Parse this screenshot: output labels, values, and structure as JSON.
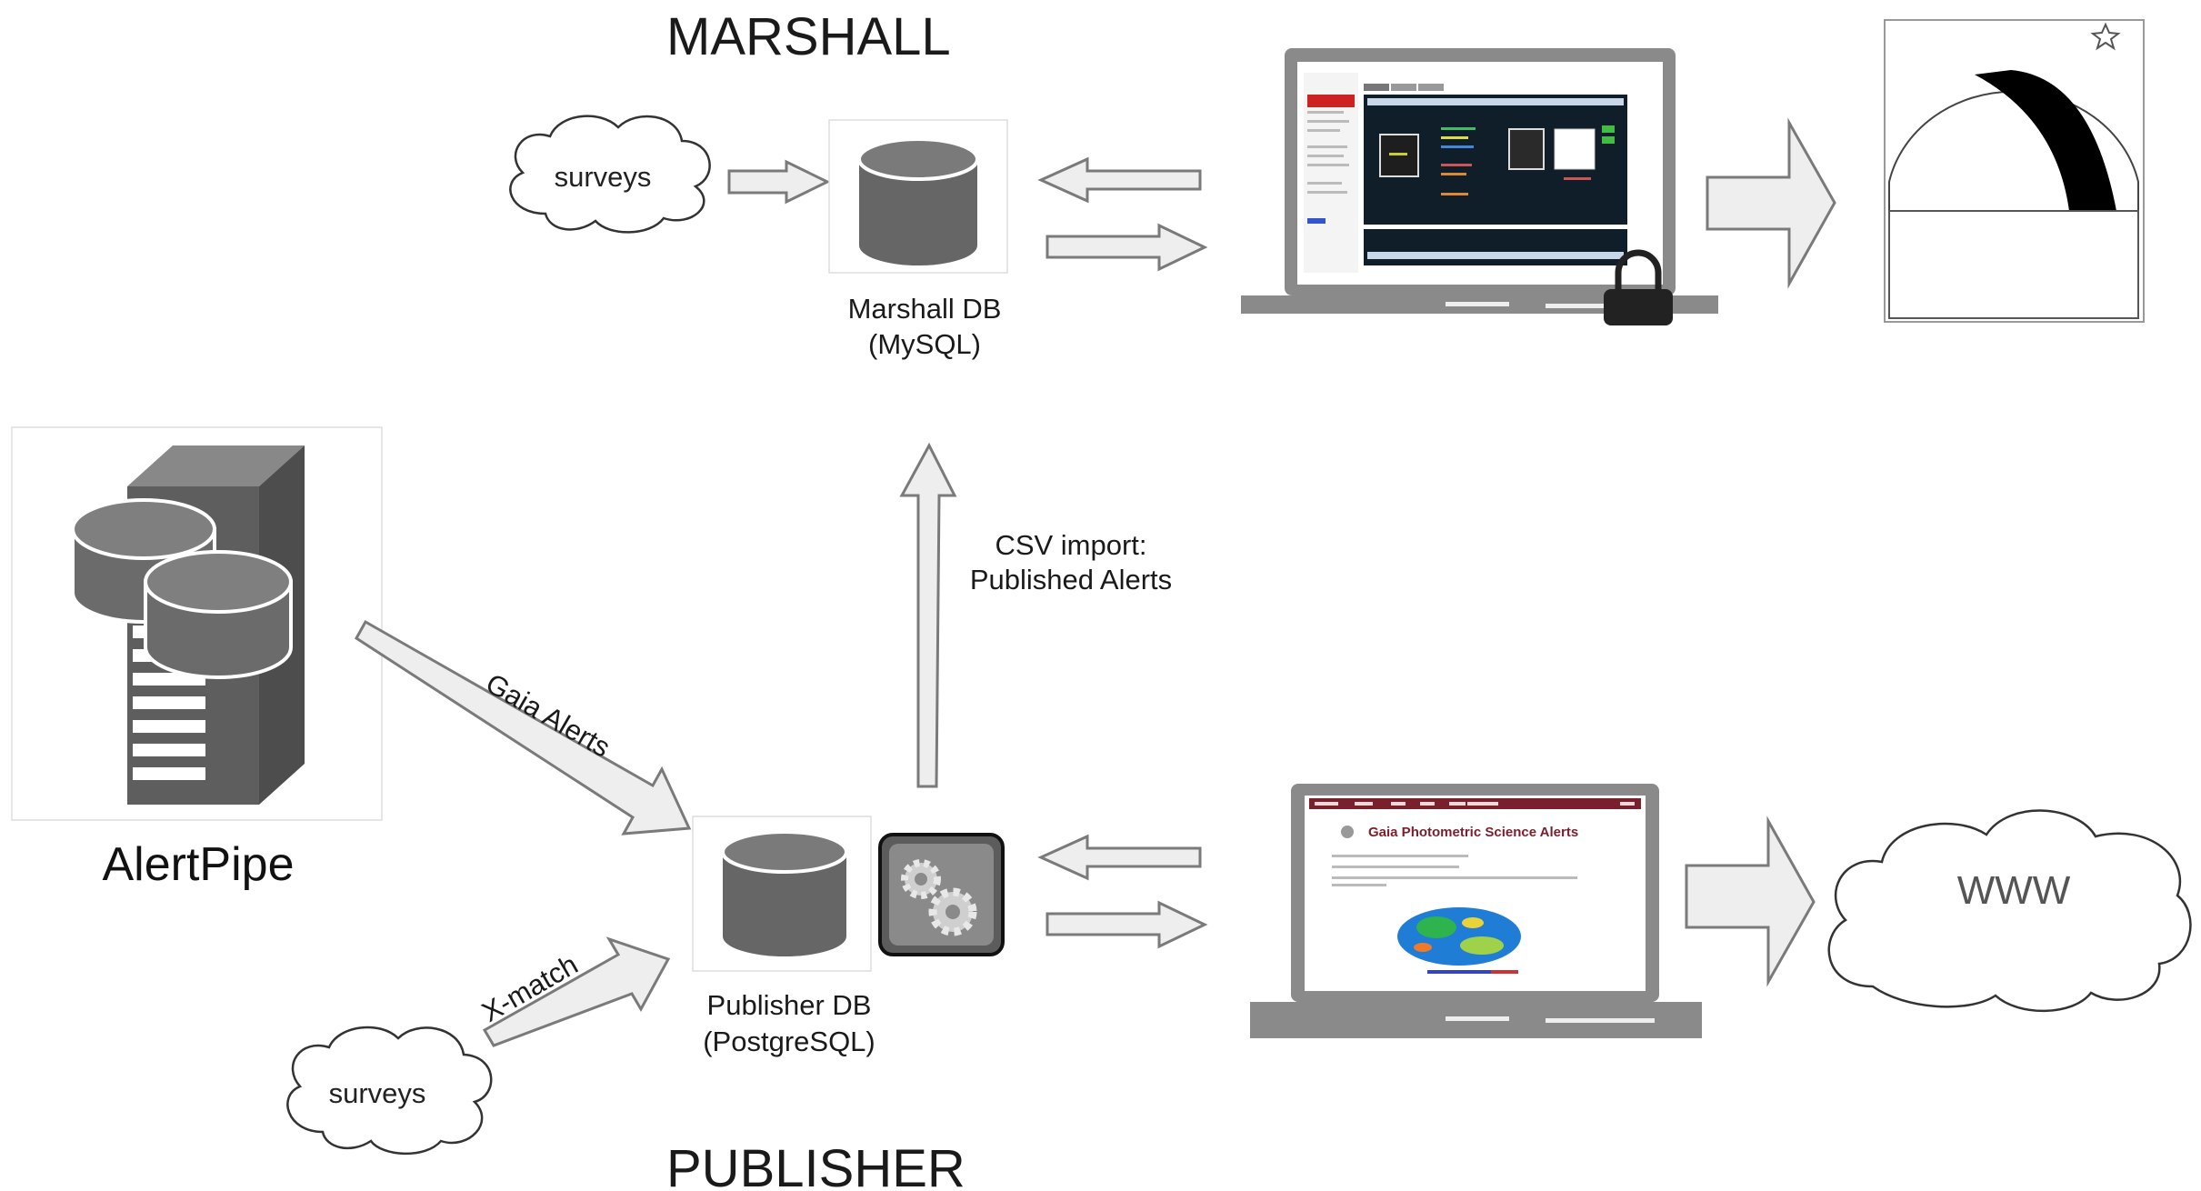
{
  "sections": {
    "marshall_title": "MARSHALL",
    "publisher_title": "PUBLISHER"
  },
  "nodes": {
    "marshall_db_name": "Marshall DB",
    "marshall_db_engine": "(MySQL)",
    "publisher_db_name": "Publisher DB",
    "publisher_db_engine": "(PostgreSQL)",
    "alertpipe": "AlertPipe",
    "surveys_top": "surveys",
    "surveys_bottom": "surveys",
    "www": "WWW"
  },
  "edges": {
    "csv_import_line1": "CSV import:",
    "csv_import_line2": "Published Alerts",
    "gaia_alerts": "Gaia Alerts",
    "xmatch": "X-match"
  },
  "screens": {
    "publisher_page_title": "Gaia Photometric Science Alerts"
  },
  "icons": [
    "database-icon",
    "server-rack-icon",
    "gears-icon",
    "padlock-icon",
    "laptop-icon",
    "telescope-dome-icon",
    "cloud-icon",
    "star-icon"
  ]
}
